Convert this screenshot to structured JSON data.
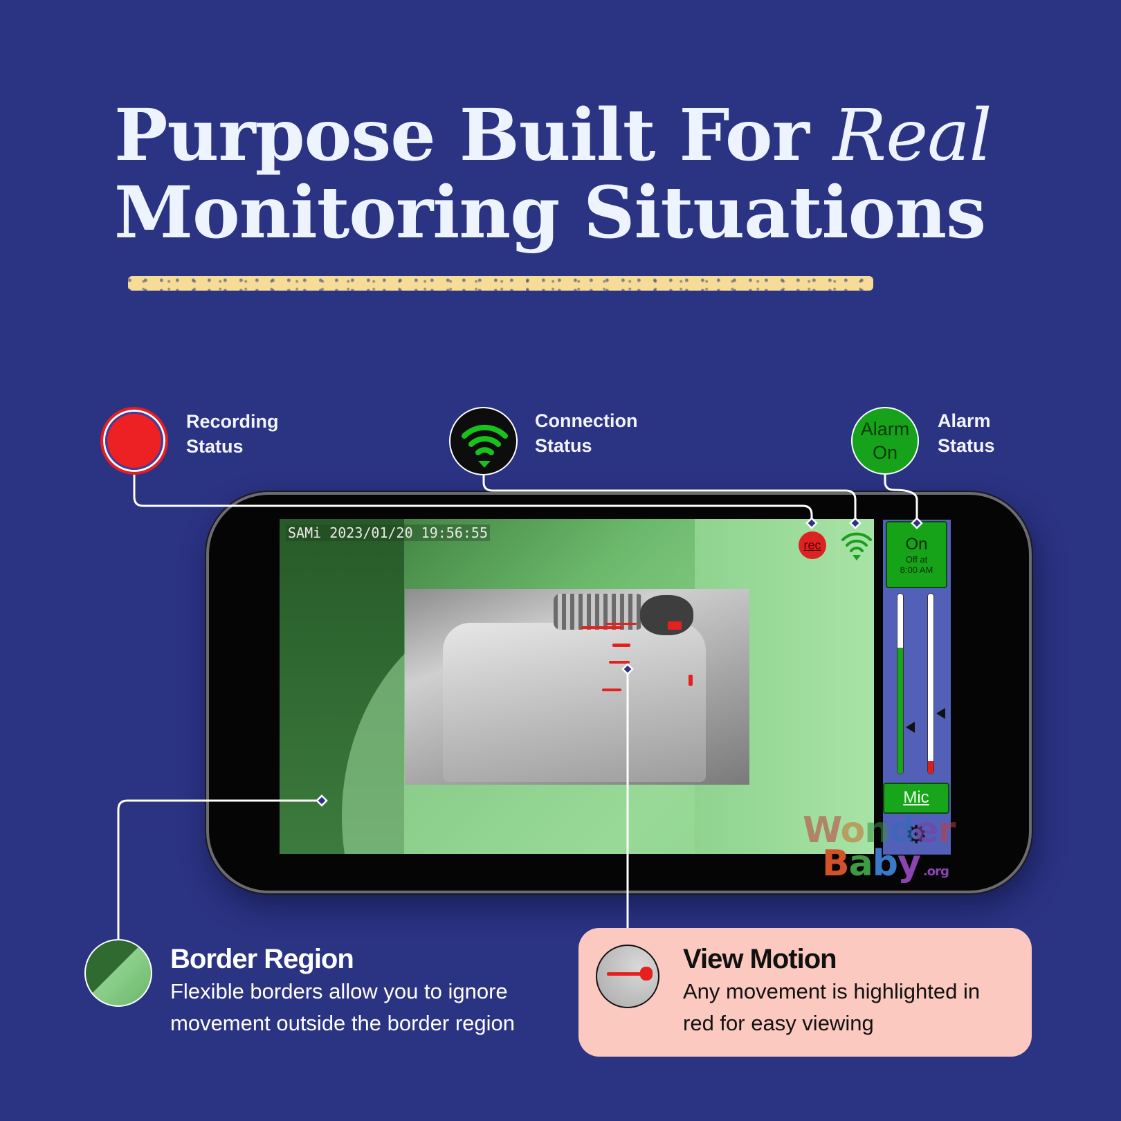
{
  "heading": {
    "line1_prefix": "Purpose Built For ",
    "line1_italic": "Real",
    "line2": "Monitoring Situations"
  },
  "callouts": {
    "recording": {
      "title_line1": "Recording",
      "title_line2": "Status",
      "color": "#ed2024"
    },
    "connection": {
      "title_line1": "Connection",
      "title_line2": "Status",
      "icon": "wifi-icon",
      "color": "#18c21a"
    },
    "alarm": {
      "title_line1": "Alarm",
      "title_line2": "Status",
      "badge_line1": "Alarm",
      "badge_line2": "On",
      "color": "#16a21a"
    }
  },
  "screen": {
    "timestamp": "SAMi 2023/01/20 19:56:55",
    "rec_label": "rec",
    "alarm": {
      "state": "On",
      "sub_line1": "Off at",
      "sub_line2": "8:00 AM"
    },
    "sliders": [
      {
        "name": "sensitivity",
        "level": 0.7,
        "fill_color": "#18a51b"
      },
      {
        "name": "volume",
        "level": 0.07,
        "fill_color": "#e01b1b"
      }
    ],
    "mic_label": "Mic",
    "settings_icon": "gear-icon"
  },
  "logo": {
    "line1": "Wonder",
    "line2": "Baby",
    "suffix": ".org"
  },
  "features": {
    "border": {
      "title": "Border Region",
      "text_line1": "Flexible borders allow you to ignore",
      "text_line2": "movement outside the border region"
    },
    "motion": {
      "title": "View Motion",
      "text_line1": "Any movement is highlighted in",
      "text_line2": "red for easy viewing",
      "card_color": "#fbc9c0"
    }
  }
}
